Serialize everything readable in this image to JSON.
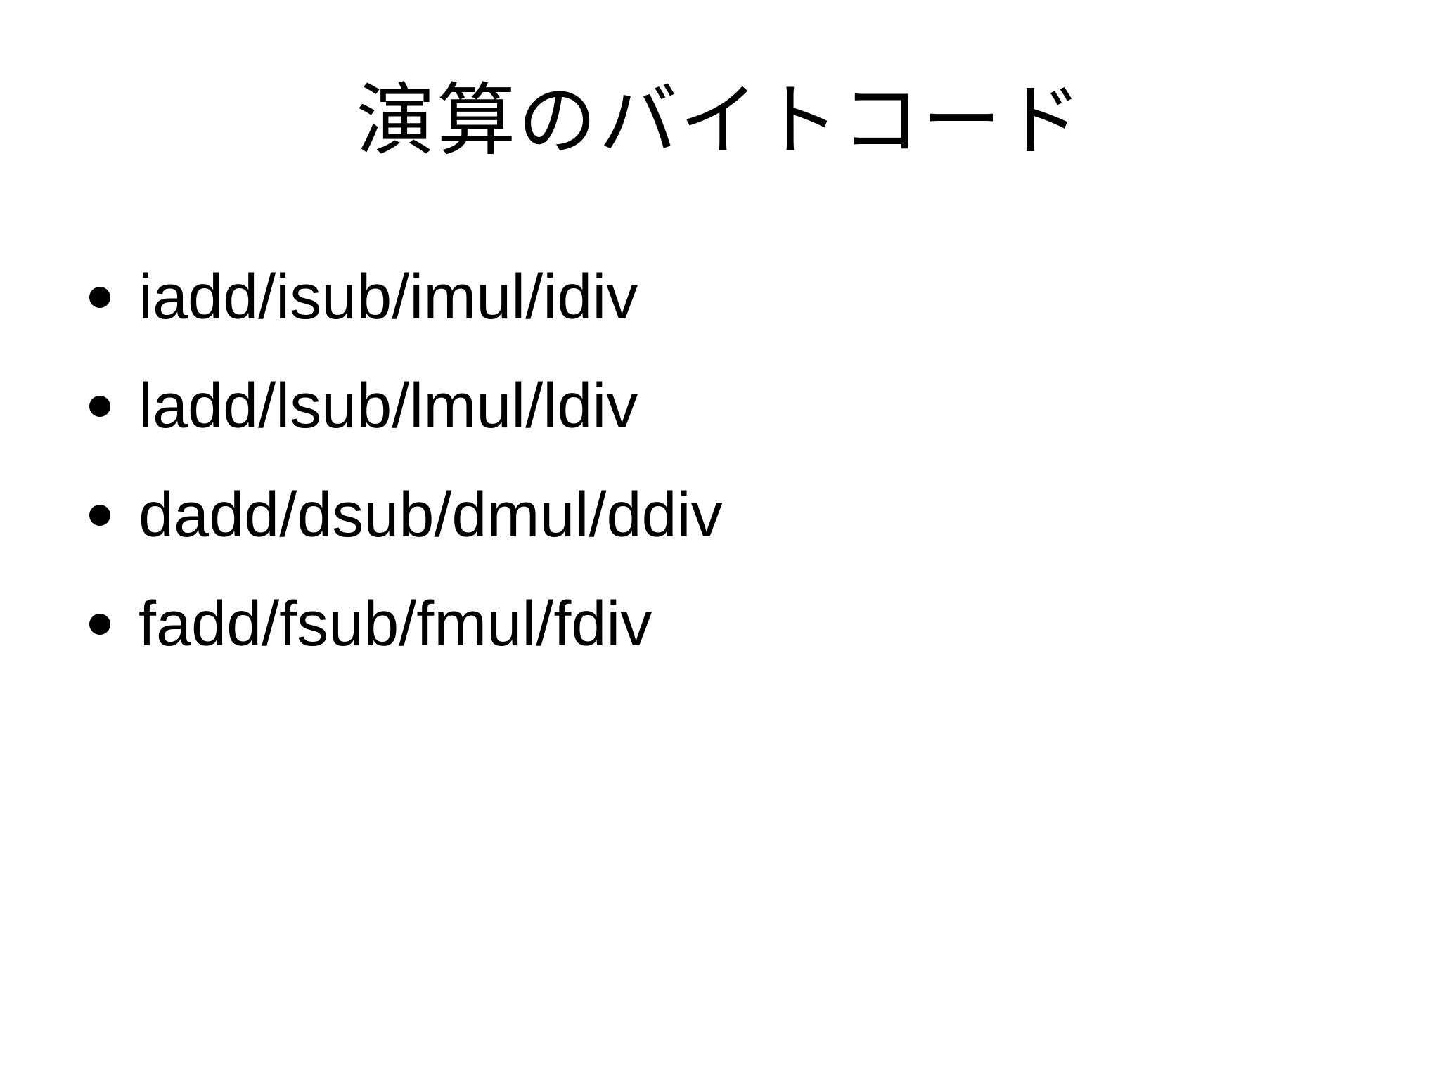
{
  "slide": {
    "title": "演算のバイトコード",
    "bullets": [
      {
        "label": "iadd/isub/imul/idiv"
      },
      {
        "label": "ladd/lsub/lmul/ldiv"
      },
      {
        "label": "dadd/dsub/dmul/ddiv"
      },
      {
        "label": "fadd/fsub/fmul/fdiv"
      }
    ],
    "colors": {
      "background": "#ffffff",
      "text": "#000000"
    }
  }
}
